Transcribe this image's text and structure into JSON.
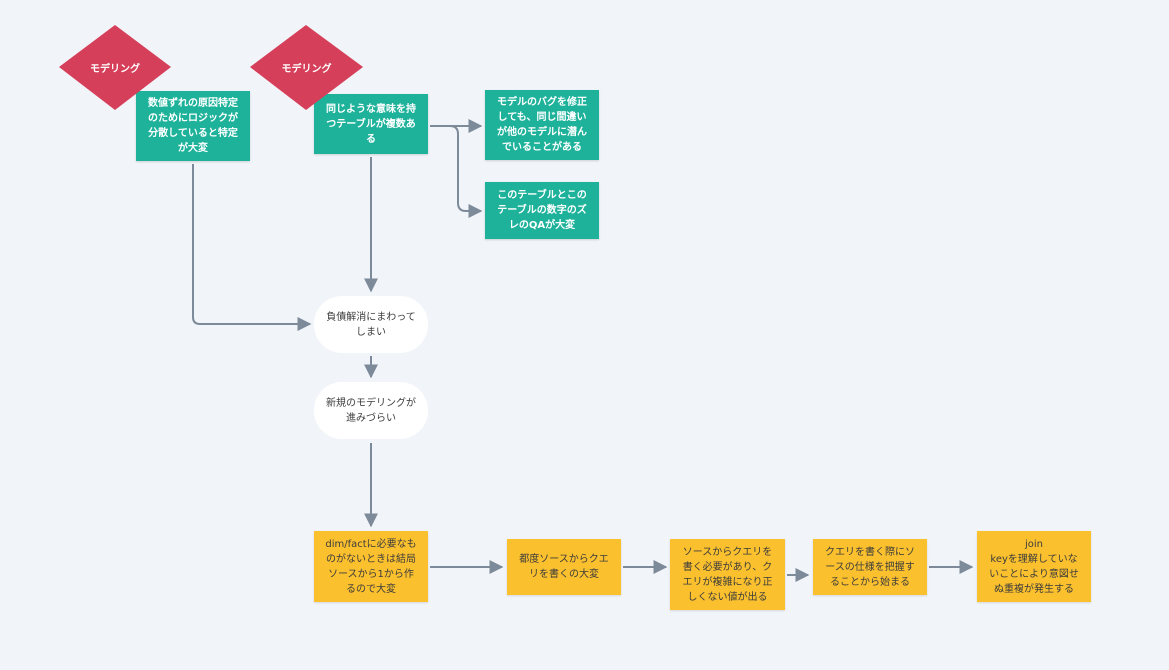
{
  "diamonds": {
    "d1": {
      "label": "モデリング",
      "color": "#d63f5a"
    },
    "d2": {
      "label": "モデリング",
      "color": "#d63f5a"
    }
  },
  "teal": {
    "t1": {
      "text": "数値ずれの原因特定\nのためにロジックが\n分散していると特定\nが大変"
    },
    "t2": {
      "text": "同じような意味を持\nつテーブルが複数あ\nる"
    },
    "t3": {
      "text": "モデルのバグを修正\nしても、同じ間違い\nが他のモデルに潜ん\nでいることがある"
    },
    "t4": {
      "text": "このテーブルとこの\nテーブルの数字のズ\nレのQAが大変"
    }
  },
  "pills": {
    "p1": {
      "text": "負債解消にまわって\nしまい"
    },
    "p2": {
      "text": "新規のモデリングが\n進みづらい"
    }
  },
  "yellow": {
    "y1": {
      "text": "dim/factに必要なも\nのがないときは結局\nソースから1から作\nるので大変"
    },
    "y2": {
      "text": "都度ソースからクエ\nリを書くの大変"
    },
    "y3": {
      "text": "ソースからクエリを\n書く必要があり、ク\nエリが複雑になり正\nしくない値が出る"
    },
    "y4": {
      "text": "クエリを書く際にソ\nースの仕様を把握す\nることから始まる"
    },
    "y5": {
      "text": "join\nkeyを理解していな\nいことにより意図せ\nぬ重複が発生する"
    }
  },
  "colors": {
    "background": "#f1f4f8",
    "teal": "#1eb29b",
    "yellow": "#fbc02d",
    "diamond": "#d63f5a",
    "edge": "#7d8a99"
  }
}
